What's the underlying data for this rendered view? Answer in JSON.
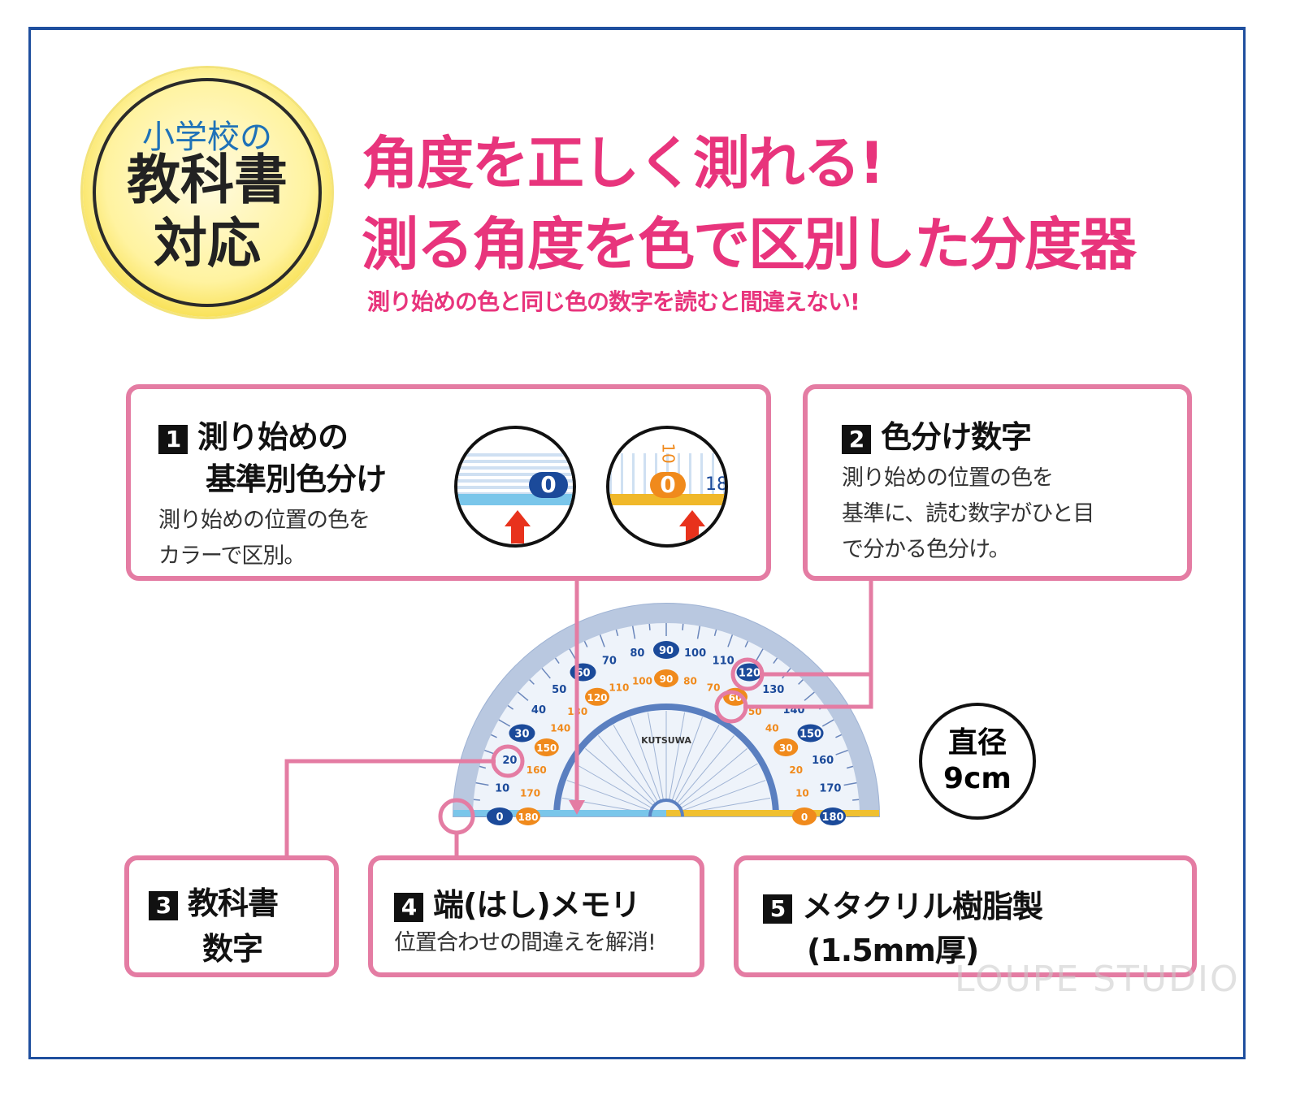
{
  "badge": {
    "line1": "小学校の",
    "line2": "教科書",
    "line3": "対応"
  },
  "headline": {
    "line1": "角度を正しく測れる!",
    "line2": "測る角度を色で区別した分度器",
    "subtitle": "測り始めの色と同じ色の数字を読むと間違えない!"
  },
  "features": [
    {
      "num": "1",
      "title_line1": "測り始めの",
      "title_line2": "基準別色分け",
      "body_line1": "測り始めの位置の色を",
      "body_line2": "カラーで区別。",
      "lens_blue_label": "0",
      "lens_orange_label": "0",
      "lens_orange_side": "10",
      "lens_orange_edge": "18"
    },
    {
      "num": "2",
      "title": "色分け数字",
      "body_line1": "測り始めの位置の色を",
      "body_line2": "基準に、読む数字がひと目",
      "body_line3": "で分かる色分け。"
    },
    {
      "num": "3",
      "title_line1": "教科書",
      "title_line2": "数字"
    },
    {
      "num": "4",
      "title": "端(はし)メモリ",
      "body": "位置合わせの間違えを解消!"
    },
    {
      "num": "5",
      "title_line1": "メタクリル樹脂製",
      "title_line2": "(1.5mm厚)"
    }
  ],
  "protractor": {
    "brand": "KUTSUWA",
    "outer_labels": [
      "0",
      "10",
      "20",
      "30",
      "40",
      "50",
      "60",
      "70",
      "80",
      "90",
      "100",
      "110",
      "120",
      "130",
      "140",
      "150",
      "160",
      "170",
      "180"
    ],
    "inner_labels": [
      "180",
      "170",
      "160",
      "150",
      "140",
      "130",
      "120",
      "110",
      "100",
      "90",
      "80",
      "70",
      "60",
      "50",
      "40",
      "30",
      "20",
      "10",
      "0"
    ]
  },
  "diameter": {
    "line1": "直径",
    "line2": "9cm"
  },
  "watermark": "LOUPE STUDIO",
  "colors": {
    "pink": "#e8347c",
    "box_border": "#e47ca3",
    "blue": "#1b4a9a",
    "orange": "#f08a1c",
    "frame": "#1f4f9e"
  }
}
